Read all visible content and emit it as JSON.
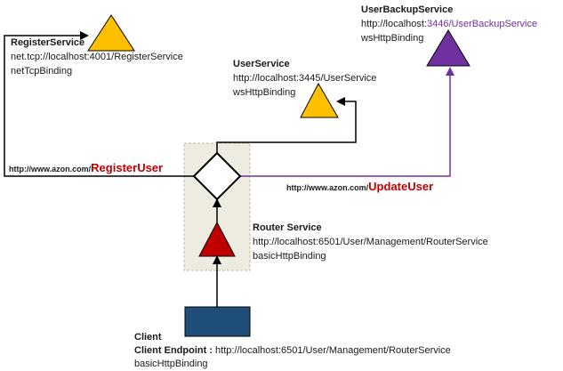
{
  "colors": {
    "service_yellow": "#ffc000",
    "router_red": "#c00000",
    "backup_purple": "#7030a0",
    "client_blue": "#1f4e79",
    "router_box_fill": "#eeece1",
    "route_red": "#c00000",
    "route_purple": "#7030a0",
    "line": "#000000"
  },
  "register_service": {
    "name": "RegisterService",
    "address": "net.tcp://localhost:4001/RegisterService",
    "binding": "netTcpBinding"
  },
  "user_service": {
    "name": "UserService",
    "address": "http://localhost:3445/UserService",
    "binding": "wsHttpBinding"
  },
  "user_backup_service": {
    "name": "UserBackupService",
    "address_prefix": "http://localhost:",
    "address_highlight": "3446/UserBackupService",
    "binding": "wsHttpBinding"
  },
  "router_service": {
    "name": "Router Service",
    "address": "http://localhost:6501/User/Management/RouterService",
    "binding": "basicHttpBinding"
  },
  "client": {
    "name": "Client",
    "endpoint_label": "Client Endpoint :",
    "endpoint_address": "http://localhost:6501/User/Management/RouterService",
    "binding": "basicHttpBinding"
  },
  "routes": {
    "register": {
      "prefix": "http://www.azon.com/",
      "action": "RegisterUser"
    },
    "update": {
      "prefix": "http://www.azon.com/",
      "action": "UpdateUser"
    }
  }
}
